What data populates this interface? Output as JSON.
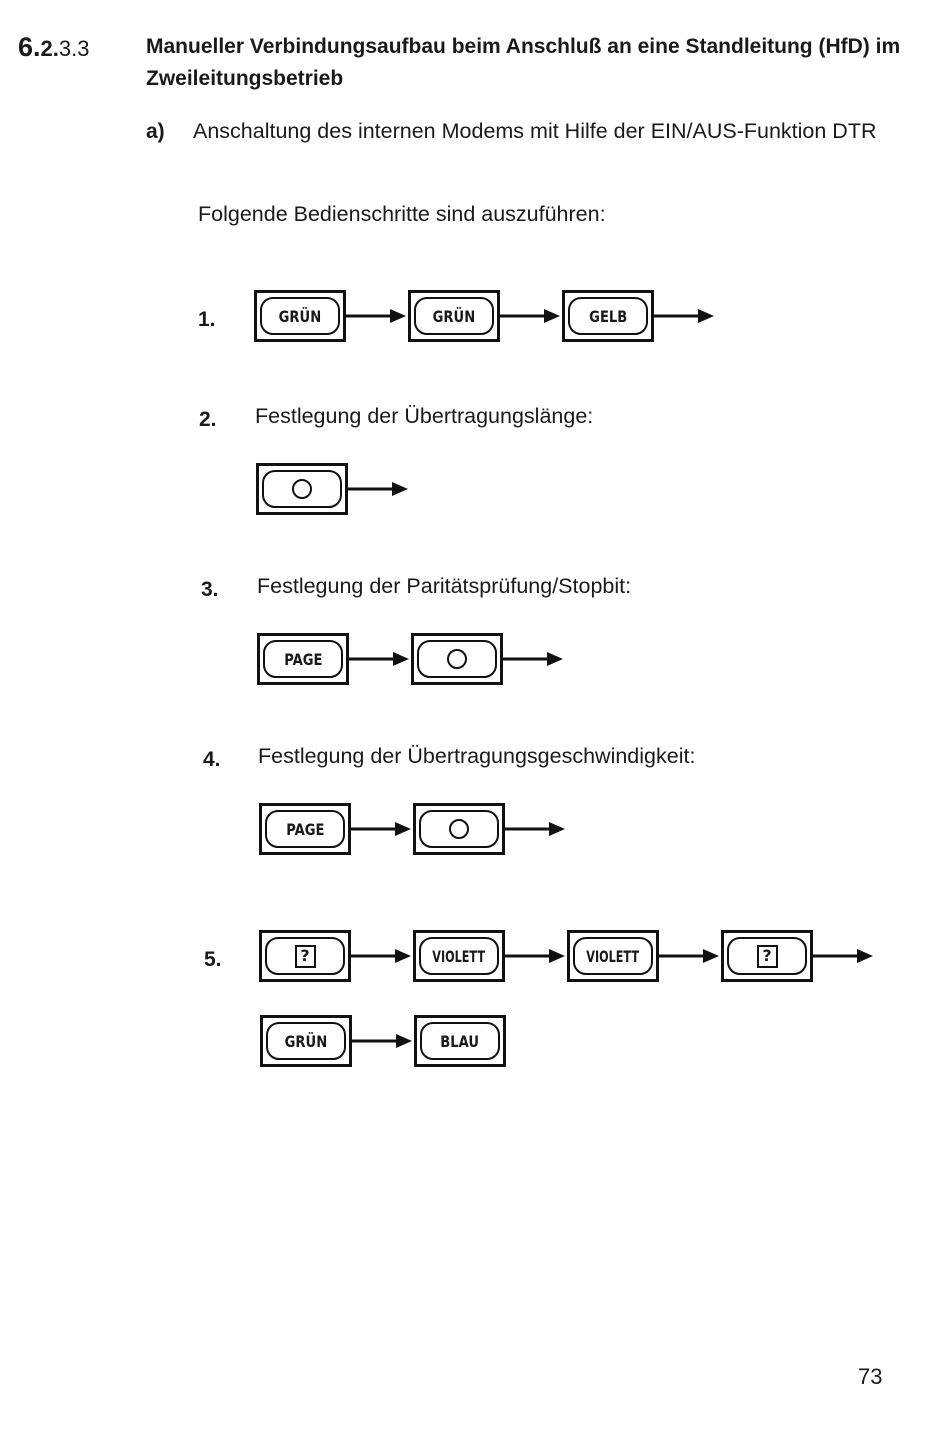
{
  "section": {
    "number_major": "6.",
    "number_mid": "2.",
    "number_minor": "3.3",
    "title": "Manueller Verbindungsaufbau beim Anschluß an eine Standleitung (HfD) im Zweileitungsbetrieb"
  },
  "subsection": {
    "label": "a)",
    "text": "Anschaltung des internen Modems mit Hilfe der EIN/AUS-Funktion DTR",
    "intro": "Folgende Bedienschritte sind auszuführen:"
  },
  "steps": [
    {
      "number": "1.",
      "text": "",
      "rows": [
        [
          "GRÜN",
          "GRÜN",
          "GELB"
        ]
      ]
    },
    {
      "number": "2.",
      "text": "Festlegung der Übertragungslänge:",
      "rows": [
        [
          "circle"
        ]
      ]
    },
    {
      "number": "3.",
      "text": "Festlegung der Paritätsprüfung/Stopbit:",
      "rows": [
        [
          "PAGE",
          "circle"
        ]
      ]
    },
    {
      "number": "4.",
      "text": "Festlegung der Übertragungsgeschwindigkeit:",
      "rows": [
        [
          "PAGE",
          "circle"
        ]
      ]
    },
    {
      "number": "5.",
      "text": "",
      "rows": [
        [
          "?",
          "VIOLETT",
          "VIOLETT",
          "?"
        ],
        [
          "GRÜN",
          "BLAU"
        ]
      ]
    }
  ],
  "key_labels": {
    "gruen": "GRÜN",
    "gelb": "GELB",
    "page": "PAGE",
    "violett": "VIOLETT",
    "blau": "BLAU",
    "question": "?"
  },
  "page_number": "73"
}
